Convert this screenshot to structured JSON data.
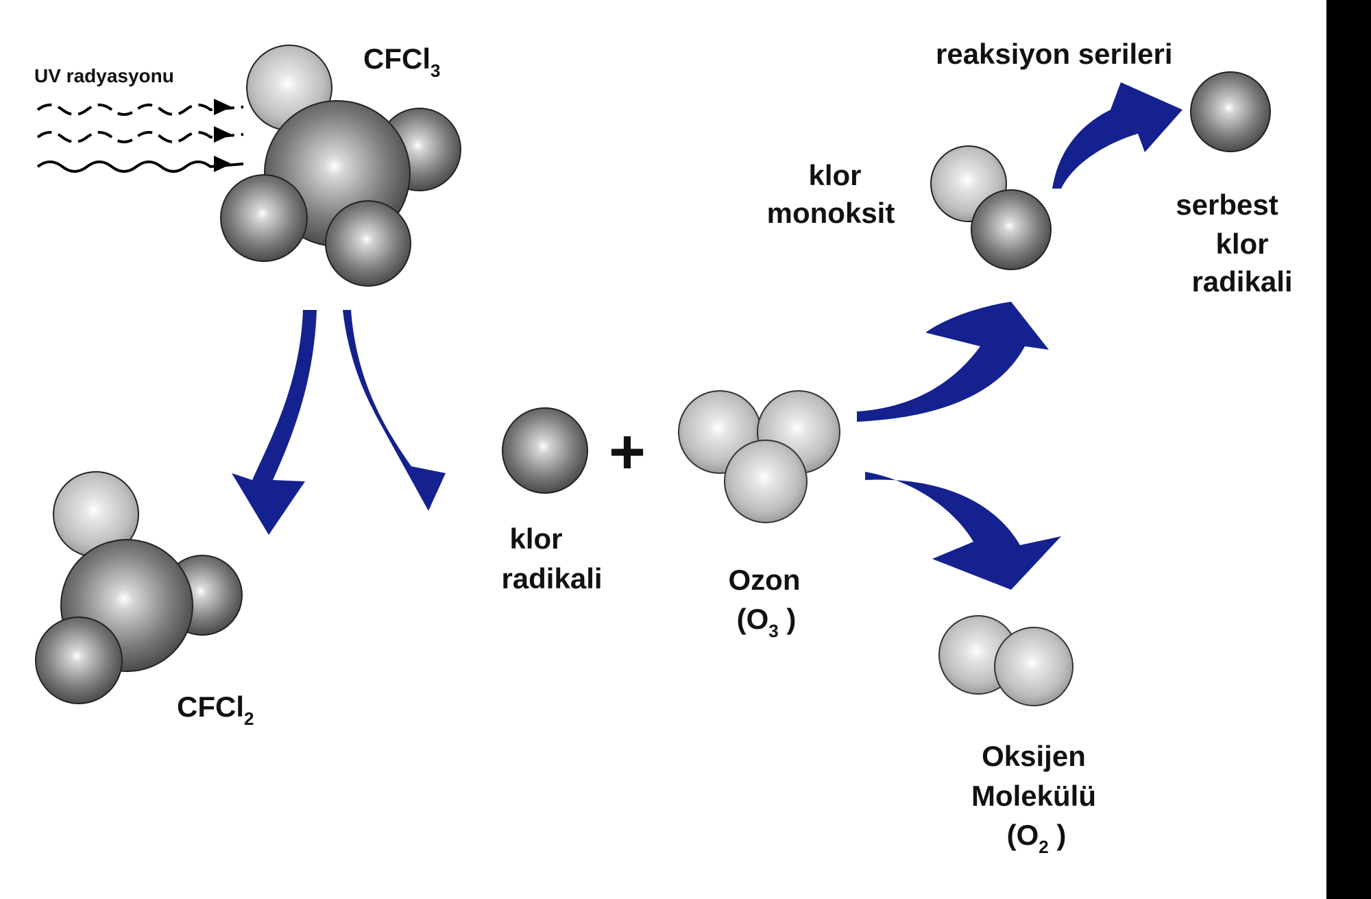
{
  "labels": {
    "uv": "UV radyasyonu",
    "cfcl3_main": "CFCl",
    "cfcl3_sub": "3",
    "cfcl2_main": "CFCl",
    "cfcl2_sub": "2",
    "klor_radikali_line1": "klor",
    "klor_radikali_line2": "radikali",
    "plus": "+",
    "ozon_line1": "Ozon",
    "ozon_open": "(O",
    "ozon_sub": "3",
    "ozon_close": " )",
    "reaksiyon": "reaksiyon serileri",
    "klor_monoksit_line1": "klor",
    "klor_monoksit_line2": "monoksit",
    "serbest_line1": "serbest",
    "serbest_line2": "klor",
    "serbest_line3": "radikali",
    "oksijen_line1": "Oksijen",
    "oksijen_line2": "Molekülü",
    "oksijen_open": "(O",
    "oksijen_sub": "2",
    "oksijen_close": " )"
  },
  "colors": {
    "arrow": "#14218f",
    "dark_atom": "#7a7a7a",
    "light_atom": "#c8c8c8",
    "right_border": "#000000"
  }
}
